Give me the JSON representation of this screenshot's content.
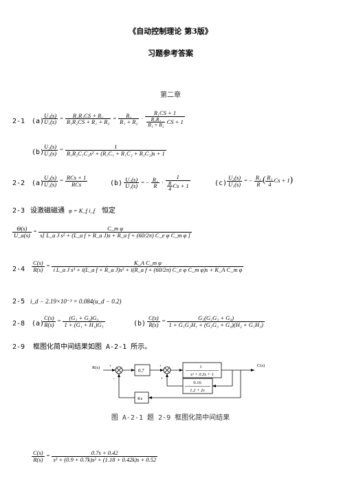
{
  "header": {
    "book_title": "《自动控制理论 第3版》",
    "subtitle": "习题参考答案",
    "chapter": "第二章"
  },
  "problems": {
    "p2_1": {
      "num": "2-1",
      "a_tag": "(a)",
      "a_lhs_n": "U₂(s)",
      "a_lhs_d": "U₁(s)",
      "a_mid_n": "R₁R₂CS + R₂",
      "a_mid_d": "R₁R₂CS + R₁ + R₂",
      "a_r1_n": "R₂",
      "a_r1_d": "R₁ + R₂",
      "a_r2_n": "R₁CS + 1",
      "a_r2_dn": "R₁R₂",
      "a_r2_dd": "R₁ + R₂",
      "a_r2_tail": "CS + 1",
      "b_tag": "(b)",
      "b_lhs_n": "U₂(s)",
      "b_lhs_d": "U₁(s)",
      "b_rhs_n": "1",
      "b_rhs_d": "R₁R₂C₁C₂s² + (R₁C₁ + R₁C₂ + R₂C₂)s + 1"
    },
    "p2_2": {
      "num": "2-2",
      "a_tag": "(a)",
      "a_lhs_n": "U₂(s)",
      "a_lhs_d": "U₁(s)",
      "a_rhs_n": "RCs + 1",
      "a_rhs_d": "RCs",
      "b_tag": "(b)",
      "b_lhs_n": "U₂(s)",
      "b_lhs_d": "U₁(s)",
      "b_k_n": "R₁",
      "b_k_d": "R",
      "b_f_n": "1",
      "b_f_dn": "R",
      "b_f_dd": "4",
      "b_f_tail": "Cs + 1",
      "c_tag": "(c)",
      "c_lhs_n": "U₂(s)",
      "c_lhs_d": "U₁(s)",
      "c_k_n": "R₁",
      "c_k_d": "R",
      "c_in_n": "R₁",
      "c_in_d": "4",
      "c_tail": "Cs + 1"
    },
    "p2_3": {
      "num": "2-3",
      "text": "设激磁磁通",
      "formula": "φ = K_f i_f",
      "text2": "恒定",
      "lhs_n": "Θ(s)",
      "lhs_d": "U_a(s)",
      "rhs_n": "C_m φ",
      "rhs_d": "s[ L_a J s² + (L_a f + R_a J)s + R_a f + (60/2π) C_e φ C_m φ ]"
    },
    "p2_4": {
      "num": "2-4",
      "lhs_n": "C(s)",
      "lhs_d": "R(s)",
      "rhs_n": "K_A C_m φ",
      "rhs_d": "i L_a J s³ + i(L_a f + R_a J)s² + i(R_a f + (60/2π) C_e φ C_m φ)s + K_A C_m φ"
    },
    "p2_5": {
      "num": "2-5",
      "formula": "i_d − 2.19×10⁻³ = 0.084(u_d − 0.2)"
    },
    "p2_8": {
      "num": "2-8",
      "a_tag": "(a)",
      "a_lhs_n": "C(s)",
      "a_lhs_d": "R(s)",
      "a_rhs_n": "(G₁ + G₂)G₃",
      "a_rhs_d": "1 + (G₁ + H₁)G₃",
      "b_tag": "(b)",
      "b_lhs_n": "C(s)",
      "b_lhs_d": "R(s)",
      "b_rhs_n": "G₁(G₂G₃ + G₄)",
      "b_rhs_d": "1 + G₁G₂H₁ + (G₂G₃ + G₄)(H₂ + G₁H₃)"
    },
    "p2_9": {
      "num": "2-9",
      "text": "框图化简中间结果如图 A-2-1 所示。",
      "final_lhs_n": "C(s)",
      "final_lhs_d": "R(s)",
      "final_rhs_n": "0.7s + 0.42",
      "final_rhs_d": "s³ + (0.9 + 0.7k)s² + (1.18 + 0.42k)s + 0.52"
    }
  },
  "diagram": {
    "input_label": "R(s)",
    "output_label": "C(s)",
    "gain_block": "0.7",
    "plant_n": "1",
    "plant_d": "s² + 0.3s + 1",
    "fb_n": "0.16",
    "fb_d": "1.2 + 2s",
    "feedback_block": "Ks",
    "sign_plus_1": "+",
    "sign_minus_1": "−",
    "sign_plus_2": "+",
    "sign_plus_3": "+",
    "caption": "图 A-2-1  题 2-9 框图化简中间结果"
  }
}
